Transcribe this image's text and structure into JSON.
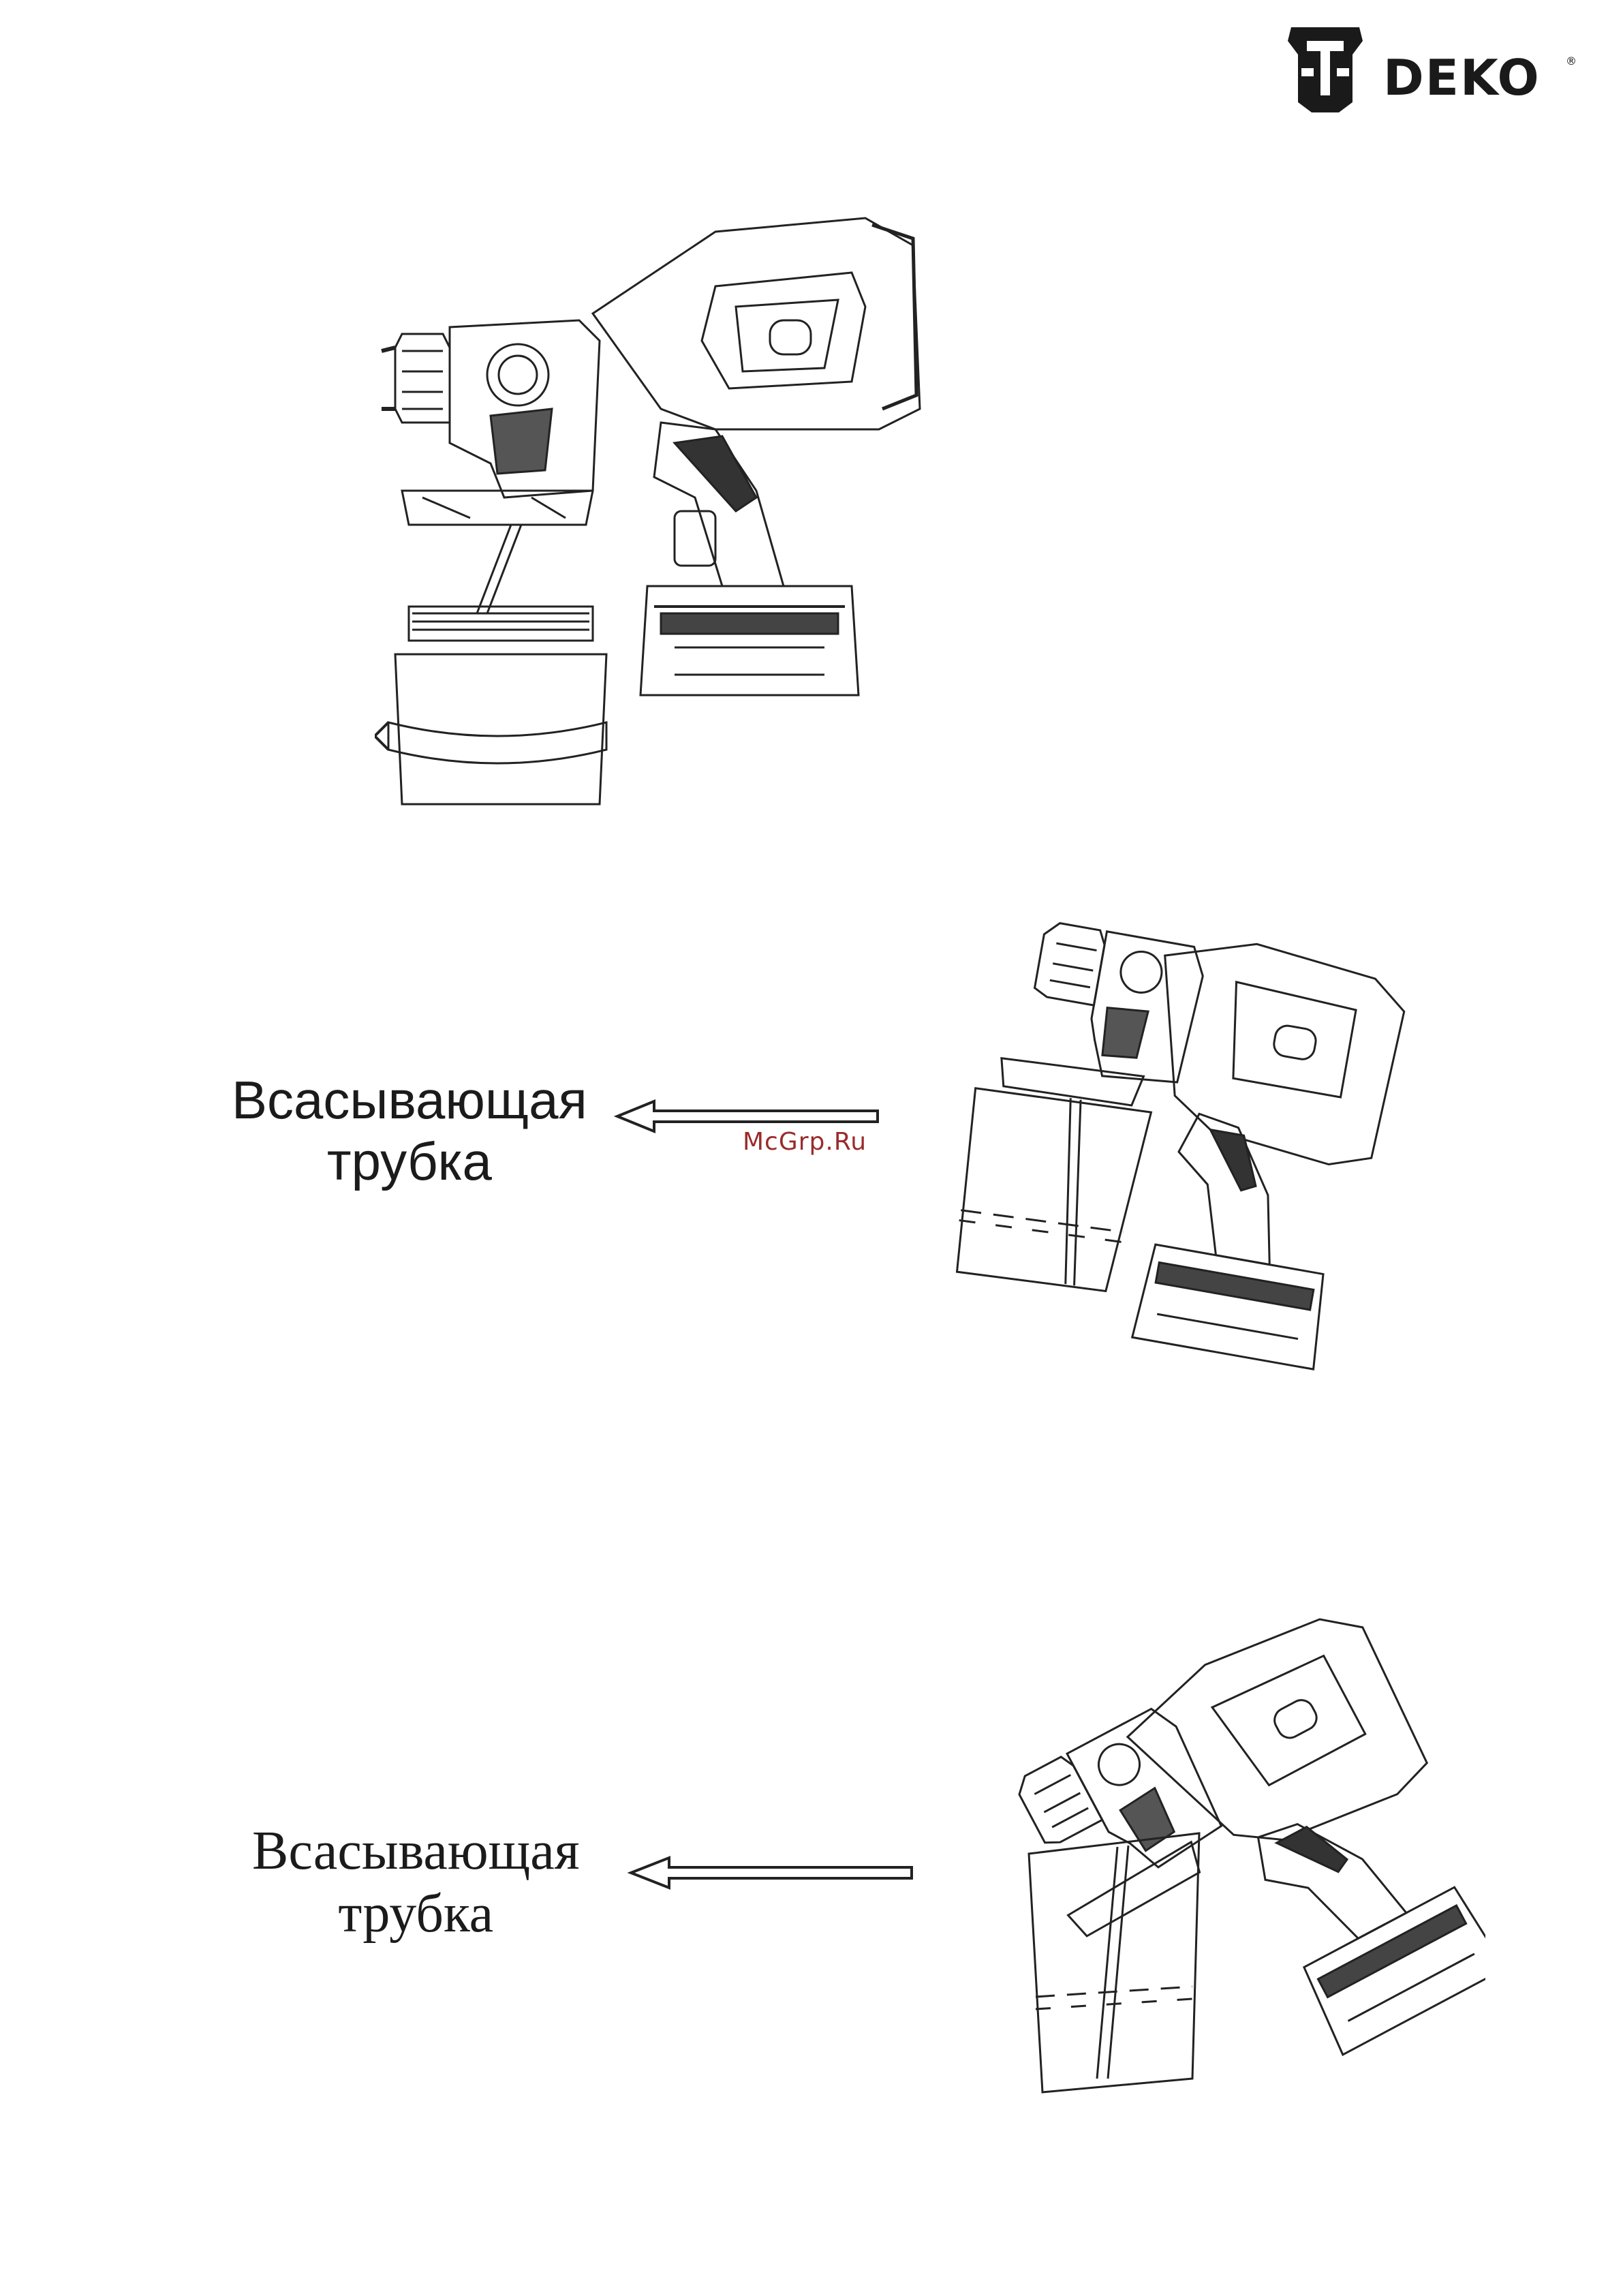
{
  "header": {
    "brand": "DEKO",
    "registered_mark": "®",
    "logo_icon": "deko-helmet-logo-icon"
  },
  "illustrations": [
    {
      "name": "spray-gun-with-container-detached",
      "icon": "paint-sprayer-icon"
    },
    {
      "name": "spray-gun-tilted-forward",
      "icon": "paint-sprayer-icon"
    },
    {
      "name": "spray-gun-tilted-backward",
      "icon": "paint-sprayer-icon"
    }
  ],
  "callouts": [
    {
      "line1": "Всасывающая",
      "line2": "трубка"
    },
    {
      "line1": "Всасывающая",
      "line2": "трубка"
    }
  ],
  "watermark": "McGrp.Ru"
}
